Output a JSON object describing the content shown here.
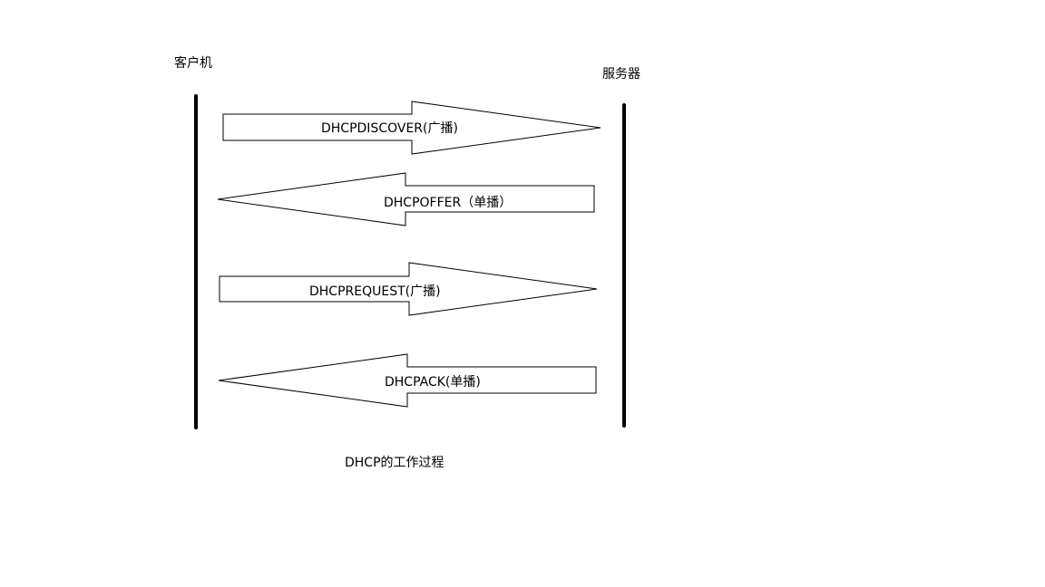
{
  "diagram": {
    "client_label": "客户机",
    "server_label": "服务器",
    "caption": "DHCP的工作过程",
    "messages": [
      {
        "label": "DHCPDISCOVER(广播)",
        "direction": "right"
      },
      {
        "label": "DHCPOFFER（单播）",
        "direction": "left"
      },
      {
        "label": "DHCPREQUEST(广播)",
        "direction": "right"
      },
      {
        "label": "DHCPACK(单播)",
        "direction": "left"
      }
    ]
  },
  "colors": {
    "stroke": "#000000",
    "fill": "#ffffff",
    "text": "#000000"
  }
}
